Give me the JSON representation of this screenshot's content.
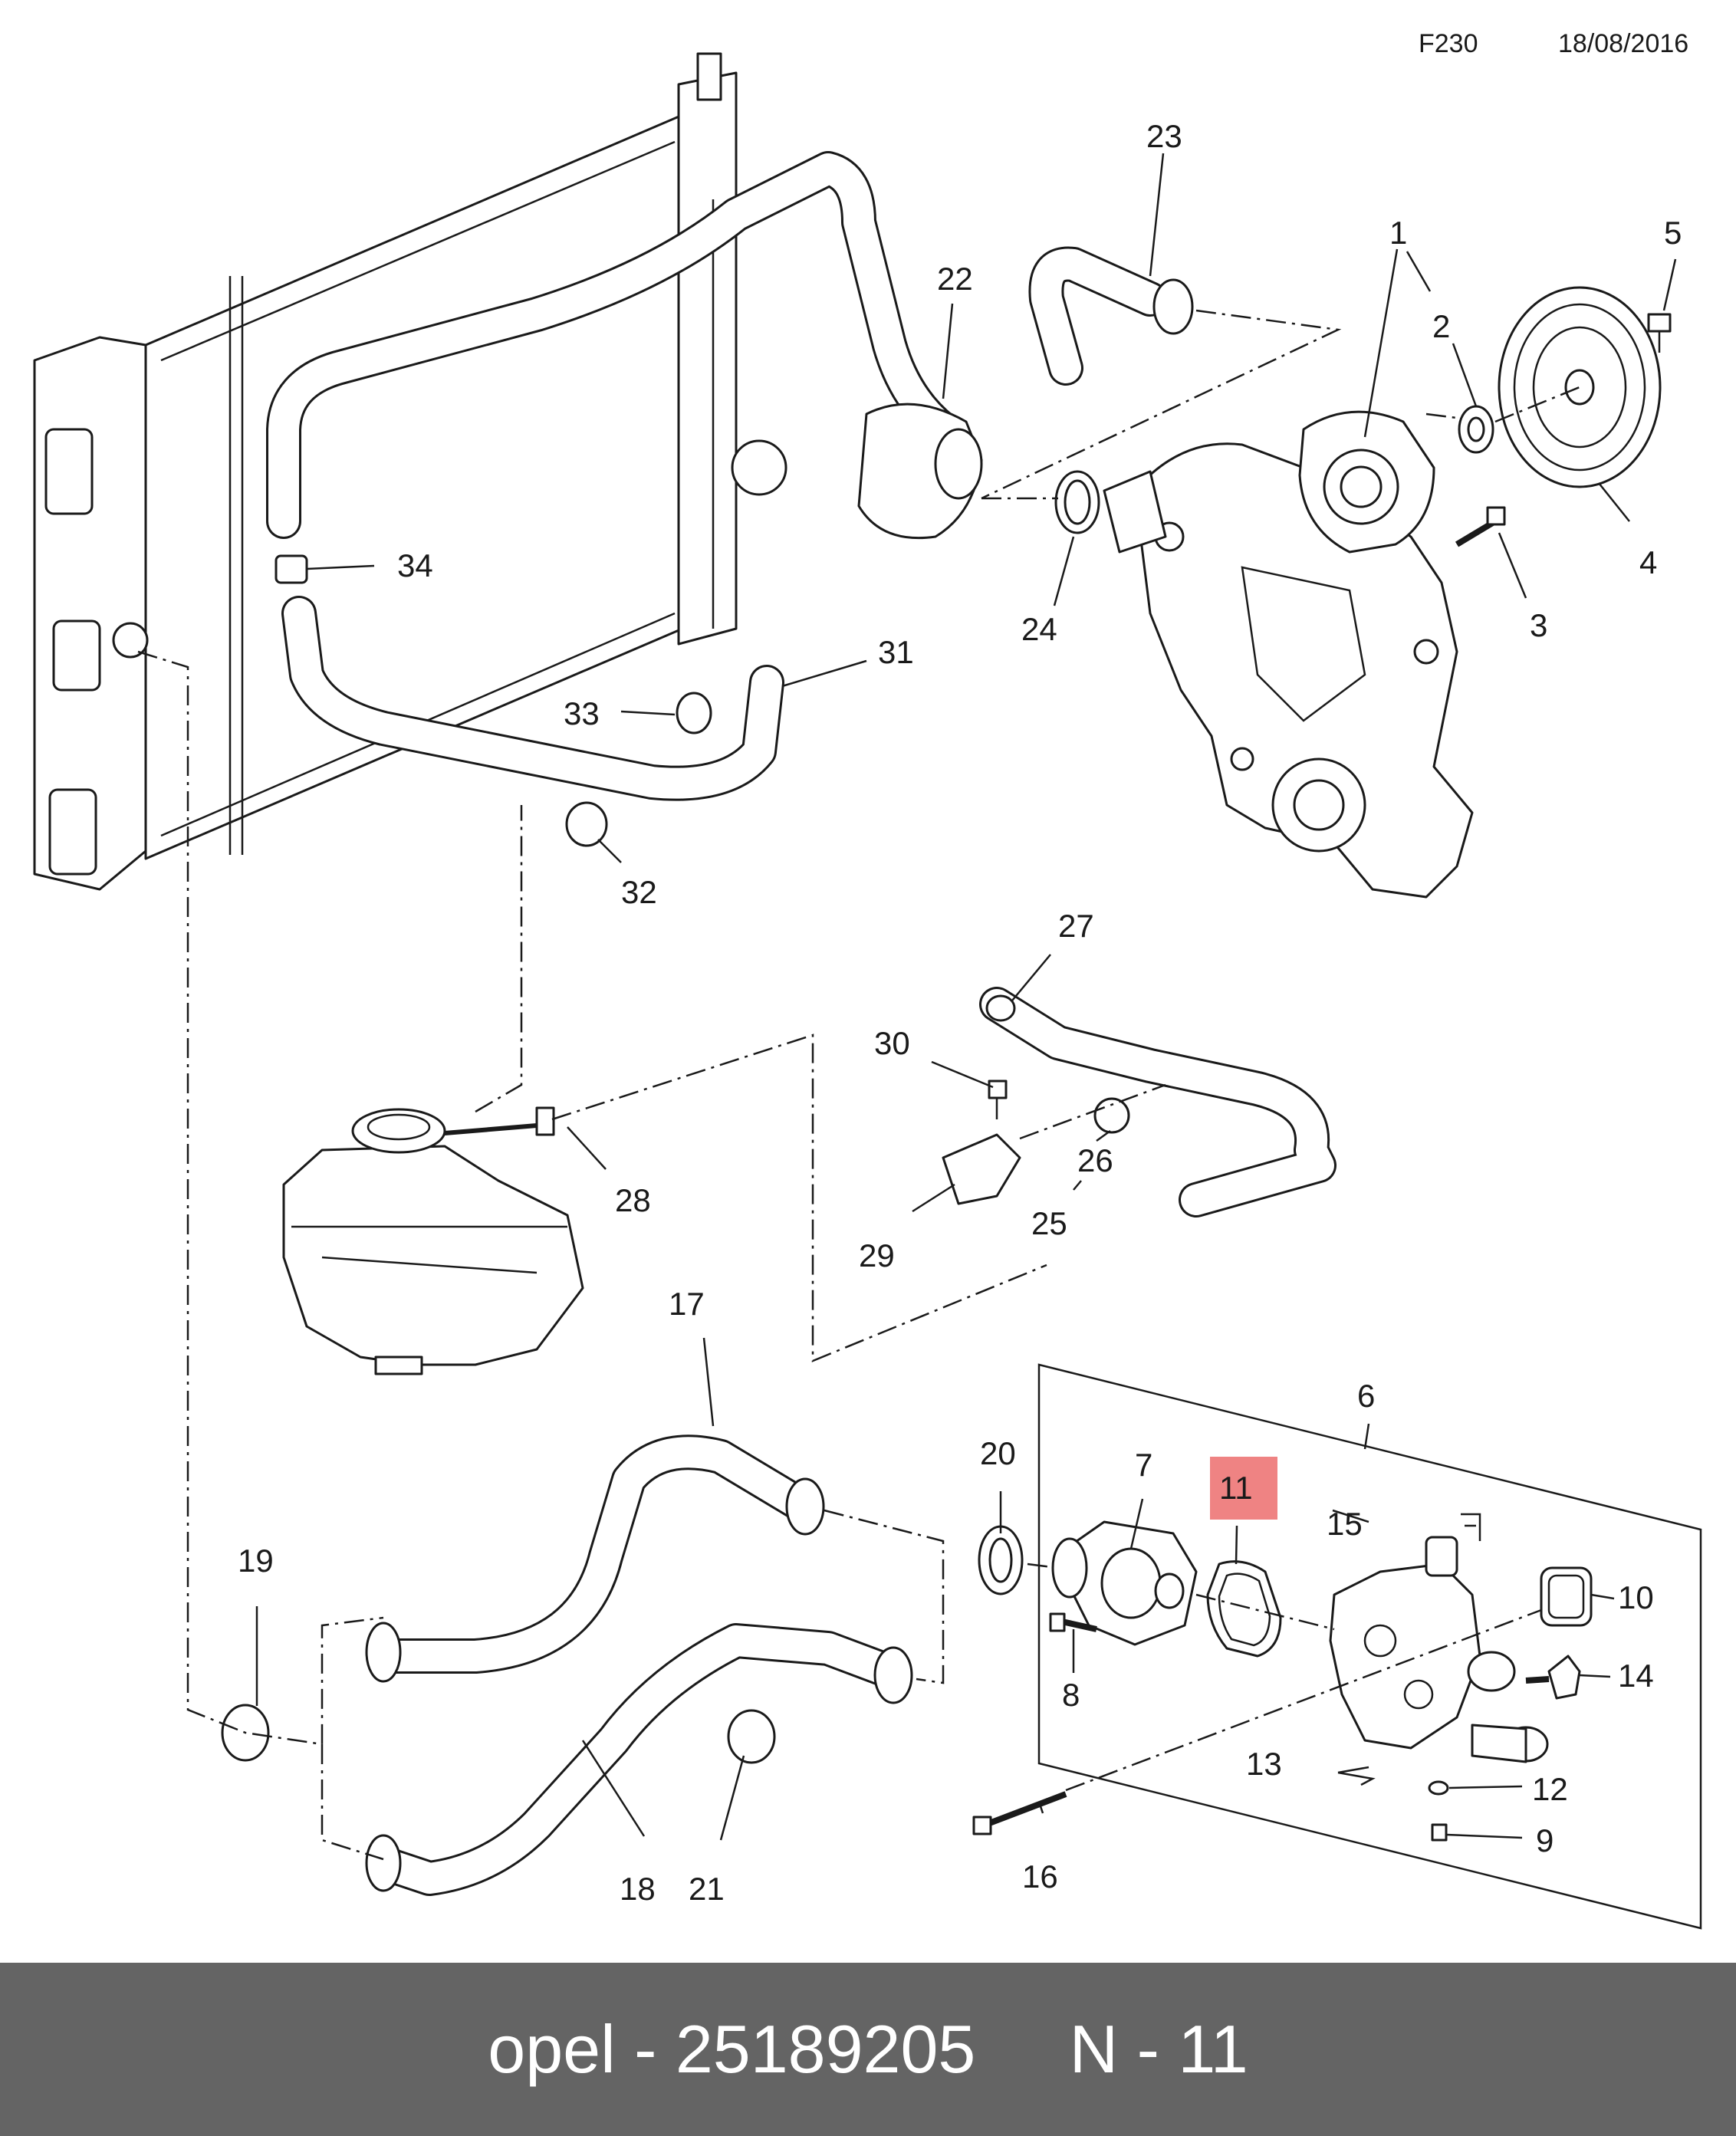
{
  "header": {
    "code": "F230",
    "date": "18/08/2016"
  },
  "highlight": {
    "label": "11",
    "color": "#ef8383"
  },
  "callouts": {
    "c1": "1",
    "c2": "2",
    "c3": "3",
    "c4": "4",
    "c5": "5",
    "c6": "6",
    "c7": "7",
    "c8": "8",
    "c9": "9",
    "c10": "10",
    "c12": "12",
    "c13": "13",
    "c14": "14",
    "c15": "15",
    "c16": "16",
    "c17": "17",
    "c18": "18",
    "c19": "19",
    "c20": "20",
    "c21": "21",
    "c22": "22",
    "c23": "23",
    "c24": "24",
    "c25": "25",
    "c26": "26",
    "c27": "27",
    "c28": "28",
    "c29": "29",
    "c30": "30",
    "c31": "31",
    "c32": "32",
    "c33": "33",
    "c34": "34"
  },
  "footer": {
    "text": "opel - 25189205     N - 11",
    "background": "#646464"
  }
}
